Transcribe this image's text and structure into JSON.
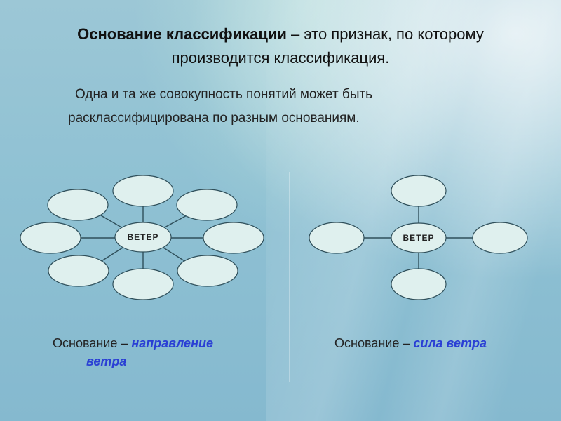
{
  "slide": {
    "title_bold": "Основание классификации",
    "title_rest": " – это признак, по которому производится классификация.",
    "paragraph": "Одна и та же совокупность понятий может быть расклассифицирована по разным основаниям."
  },
  "left_diagram": {
    "center_label": "ВЕТЕР",
    "outer_node_count": 8,
    "caption_prefix": "Основание – ",
    "caption_highlight_line1": "направление",
    "caption_highlight_line2": "ветра"
  },
  "right_diagram": {
    "center_label": "ВЕТЕР",
    "outer_node_count": 4,
    "caption_prefix": "Основание – ",
    "caption_highlight": "сила ветра"
  },
  "colors": {
    "highlight": "#2a3fd4",
    "node_fill": "#dff0ee",
    "node_stroke": "#2f4f5a"
  }
}
